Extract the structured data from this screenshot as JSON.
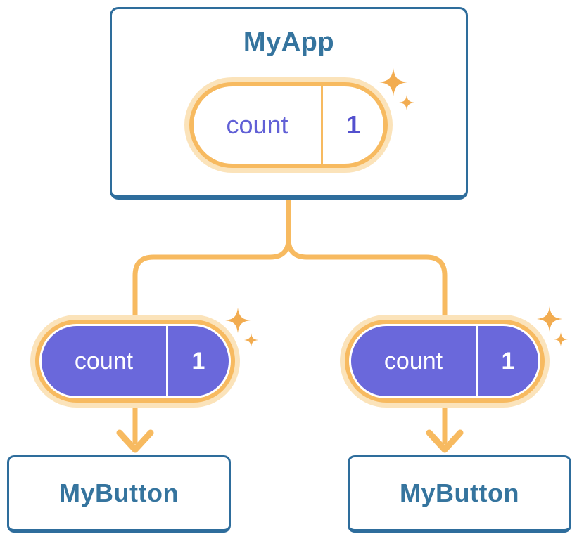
{
  "diagram": {
    "root": {
      "title": "MyApp",
      "state": {
        "name": "count",
        "value": "1"
      }
    },
    "children": [
      {
        "title": "MyButton",
        "state": {
          "name": "count",
          "value": "1"
        }
      },
      {
        "title": "MyButton",
        "state": {
          "name": "count",
          "value": "1"
        }
      }
    ]
  },
  "colors": {
    "card_border_blue": "#2e6d9c",
    "heading_blue": "#35749e",
    "state_purple_fill": "#6a68db",
    "state_purple_text": "#6160d6",
    "connector_orange": "#f7ba60",
    "pill_glow_orange": "#fbe3ba",
    "sparkle_orange": "#f2ac50"
  }
}
